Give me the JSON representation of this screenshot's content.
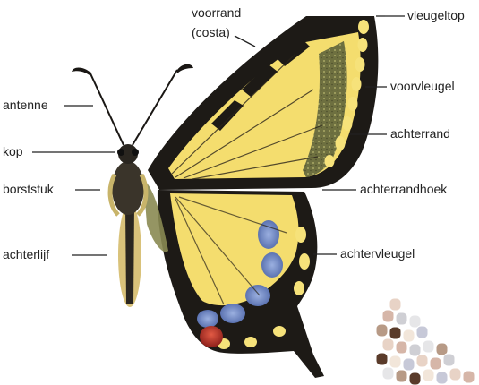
{
  "labels": {
    "voorrand": "voorrand",
    "costa": "(costa)",
    "vleugeltop": "vleugeltop",
    "voorvleugel": "voorvleugel",
    "achterrand": "achterrand",
    "achterrandhoek": "achterrandhoek",
    "achtervleugel": "achtervleugel",
    "antenne": "antenne",
    "kop": "kop",
    "borststuk": "borststuk",
    "achterlijf": "achterlijf"
  },
  "colors": {
    "wing_yellow": "#f6e27a",
    "wing_black": "#1d1a16",
    "blue_spot": "#6f86c4",
    "red_eyespot": "#b8322a",
    "body_dark": "#2a2620",
    "body_tan": "#d9c27a",
    "leader": "#222222"
  }
}
